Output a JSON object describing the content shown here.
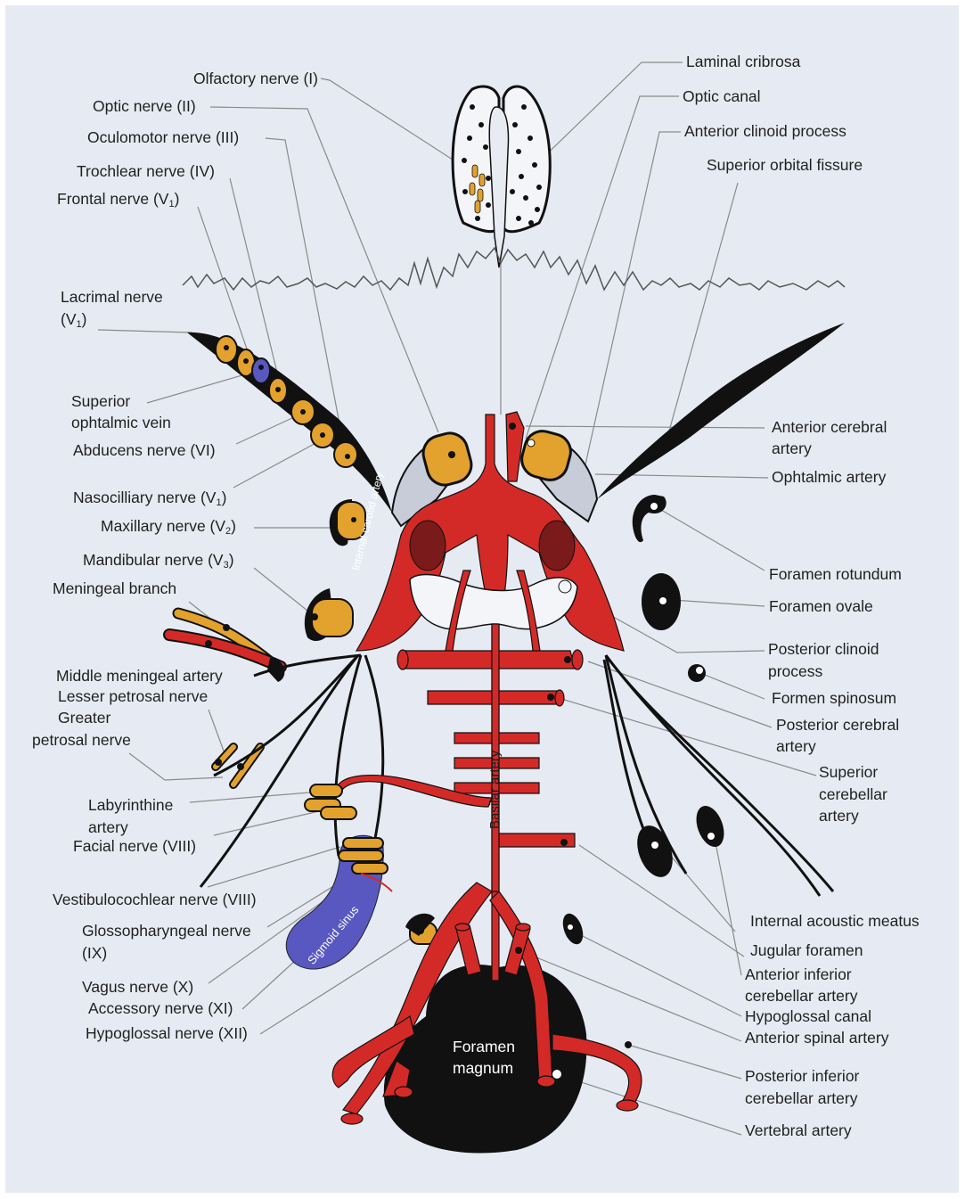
{
  "colors": {
    "background": "#e6ebf3",
    "artery": "#d42a27",
    "nerve": "#e3a12d",
    "vein": "#5858c0",
    "bone_black": "#111111",
    "leader_line": "#8a8a8a"
  },
  "left_labels": {
    "olfactory": "Olfactory nerve (I)",
    "optic": "Optic nerve (II)",
    "oculomotor": "Oculomotor nerve (III)",
    "trochlear": "Trochlear nerve (IV)",
    "frontal_main": "Frontal nerve (V",
    "frontal_sub": "1",
    "frontal_end": ")",
    "lacrimal_line1": "Lacrimal nerve",
    "lacrimal_main": "(V",
    "lacrimal_sub": "1",
    "lacrimal_end": ")",
    "sup_oph_vein_line1": "Superior",
    "sup_oph_vein_line2": "ophtalmic vein",
    "abducens": "Abducens nerve (VI)",
    "nasociliary_main": "Nasocilliary nerve (V",
    "nasociliary_sub": "1",
    "nasociliary_end": ")",
    "maxillary_main": "Maxillary nerve (V",
    "maxillary_sub": "2",
    "maxillary_end": ")",
    "mandibular_main": "Mandibular nerve (V",
    "mandibular_sub": "3",
    "mandibular_end": ")",
    "meningeal_branch": "Meningeal branch",
    "middle_meningeal": "Middle meningeal artery",
    "lesser_petrosal": "Lesser petrosal nerve",
    "greater_petrosal_line1": "Greater",
    "greater_petrosal_line2": "petrosal nerve",
    "labyrinthine_line1": "Labyrinthine",
    "labyrinthine_line2": "artery",
    "facial": "Facial nerve (VIII)",
    "vestibulocochlear": "Vestibulocochlear nerve (VIII)",
    "glossopharyngeal_line1": "Glossopharyngeal nerve",
    "glossopharyngeal_line2": "(IX)",
    "vagus": "Vagus nerve (X)",
    "accessory": "Accessory nerve (XI)",
    "hypoglossal": "Hypoglossal nerve (XII)"
  },
  "right_labels": {
    "laminal_cribrosa": "Laminal cribrosa",
    "optic_canal": "Optic canal",
    "anterior_clinoid": "Anterior clinoid process",
    "superior_orbital_fissure": "Superior orbital fissure",
    "anterior_cerebral_line1": "Anterior cerebral",
    "anterior_cerebral_line2": "artery",
    "ophtalmic_artery": "Ophtalmic artery",
    "foramen_rotundum": "Foramen rotundum",
    "foramen_ovale": "Foramen ovale",
    "posterior_clinoid_line1": "Posterior clinoid",
    "posterior_clinoid_line2": "process",
    "foramen_spinosum": "Formen spinosum",
    "posterior_cerebral_line1": "Posterior cerebral",
    "posterior_cerebral_line2": "artery",
    "superior_cerebellar_line1": "Superior",
    "superior_cerebellar_line2": "cerebellar",
    "superior_cerebellar_line3": "artery",
    "internal_acoustic": "Internal acoustic meatus",
    "jugular_foramen": "Jugular foramen",
    "aica_line1": "Anterior inferior",
    "aica_line2": "cerebellar artery",
    "hypoglossal_canal": "Hypoglossal canal",
    "anterior_spinal": "Anterior spinal artery",
    "pica_line1": "Posterior inferior",
    "pica_line2": "cerebellar artery",
    "vertebral": "Vertebral artery"
  },
  "inner_labels": {
    "internal_carotid": "Internal carotid artery",
    "basilar": "Basilar artery",
    "sigmoid_sinus": "Sigmoid sinus",
    "foramen_magnum_line1": "Foramen",
    "foramen_magnum_line2": "magnum"
  }
}
